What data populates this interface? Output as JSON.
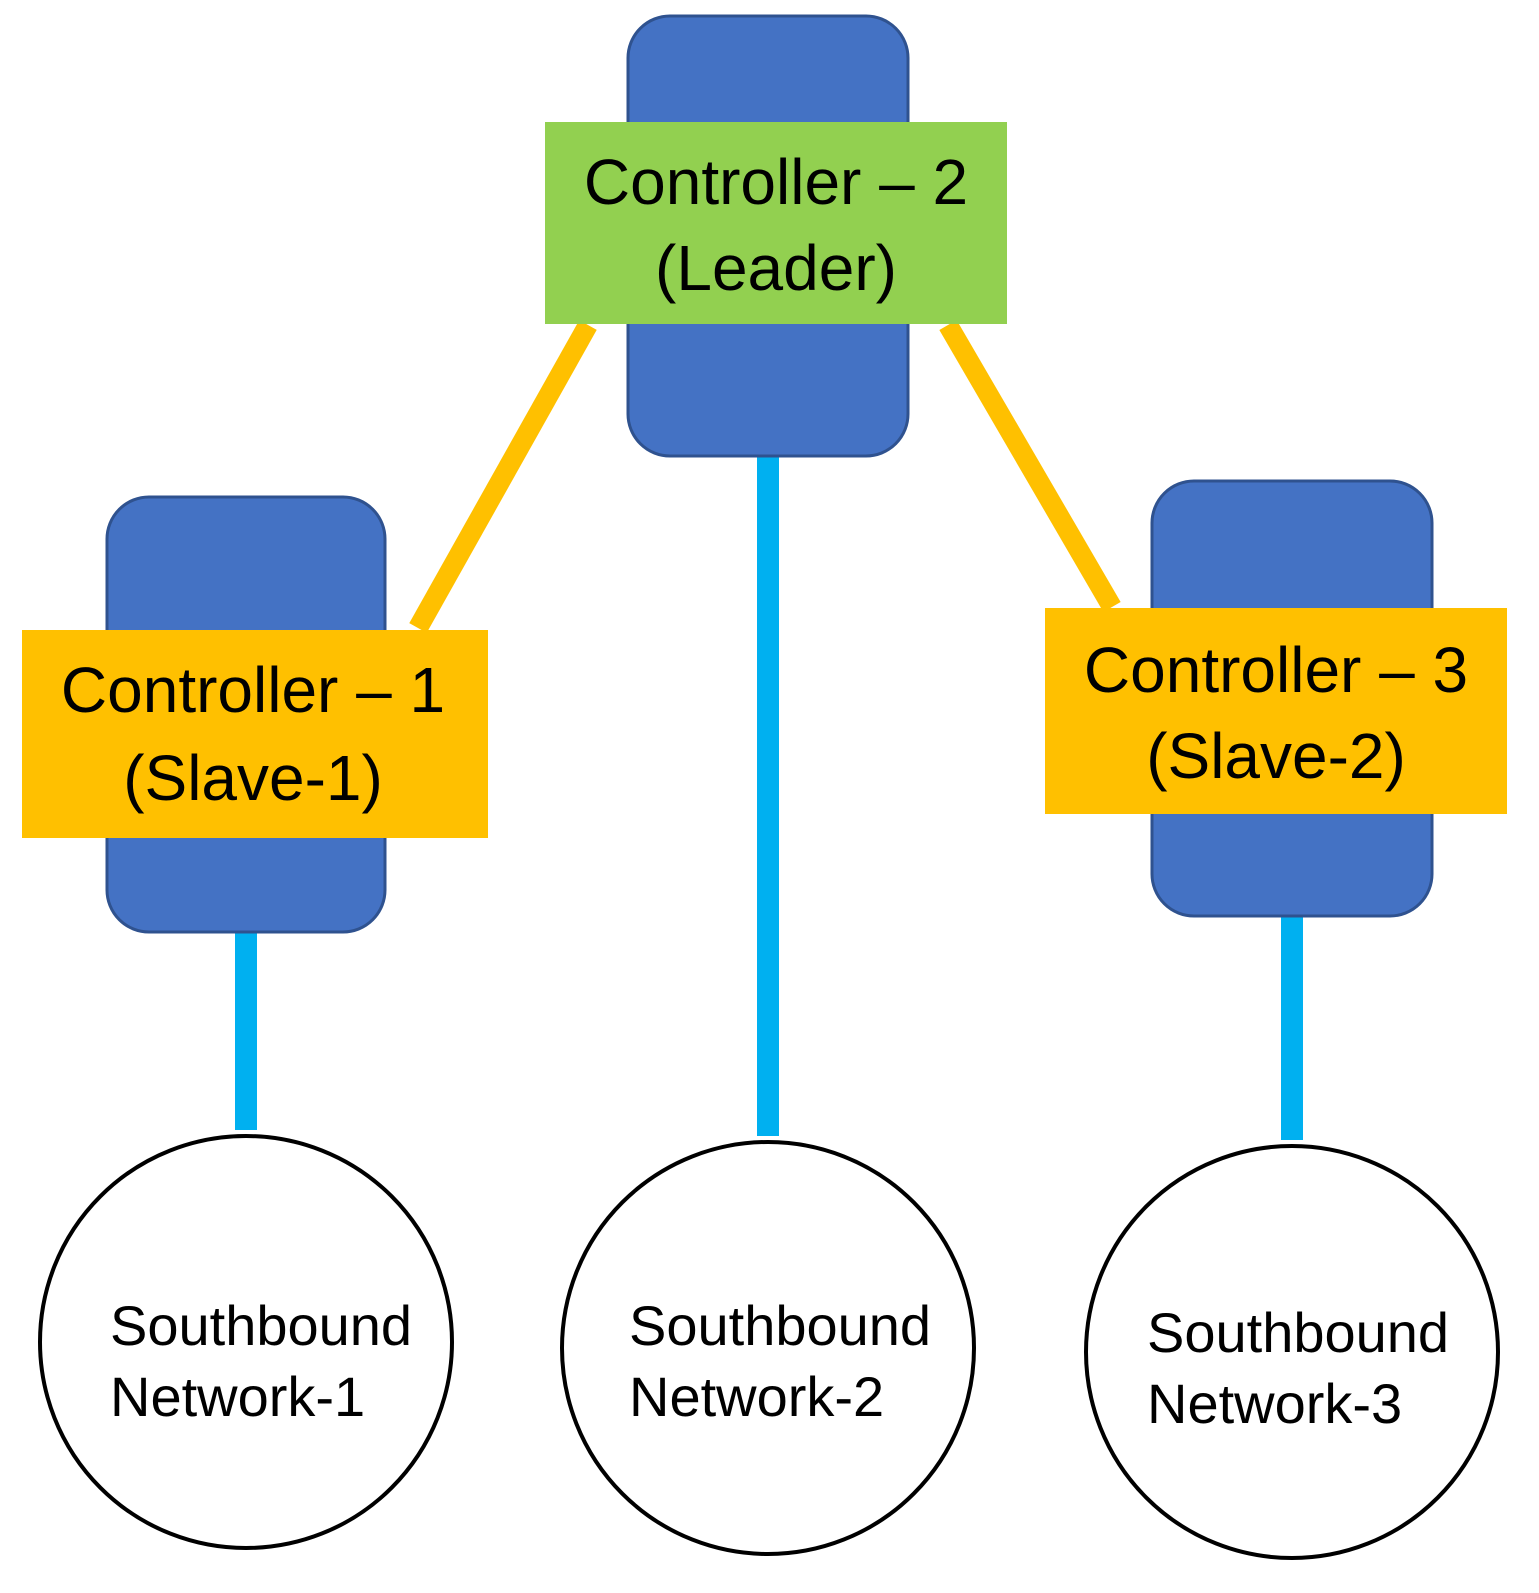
{
  "colors": {
    "server_fill": "#4472C4",
    "server_stroke": "#2F528F",
    "leader_label": "#92D050",
    "slave_label": "#FFC000",
    "peer_link": "#FFC000",
    "south_link": "#00B0F0",
    "network_stroke": "#000000",
    "network_fill": "#FFFFFF"
  },
  "controllers": [
    {
      "id": "c1",
      "line1": "Controller – 1",
      "line2": "(Slave-1)",
      "role": "slave",
      "icon": "server-icon"
    },
    {
      "id": "c2",
      "line1": "Controller – 2",
      "line2": "(Leader)",
      "role": "leader",
      "icon": "server-icon"
    },
    {
      "id": "c3",
      "line1": "Controller – 3",
      "line2": "(Slave-2)",
      "role": "slave",
      "icon": "server-icon"
    }
  ],
  "networks": [
    {
      "id": "n1",
      "line1": "Southbound",
      "line2": "Network-1"
    },
    {
      "id": "n2",
      "line1": "Southbound",
      "line2": "Network-2"
    },
    {
      "id": "n3",
      "line1": "Southbound",
      "line2": "Network-3"
    }
  ],
  "links": [
    {
      "from": "c2",
      "to": "c1",
      "kind": "peer"
    },
    {
      "from": "c2",
      "to": "c3",
      "kind": "peer"
    },
    {
      "from": "c1",
      "to": "n1",
      "kind": "southbound"
    },
    {
      "from": "c2",
      "to": "n2",
      "kind": "southbound"
    },
    {
      "from": "c3",
      "to": "n3",
      "kind": "southbound"
    }
  ]
}
